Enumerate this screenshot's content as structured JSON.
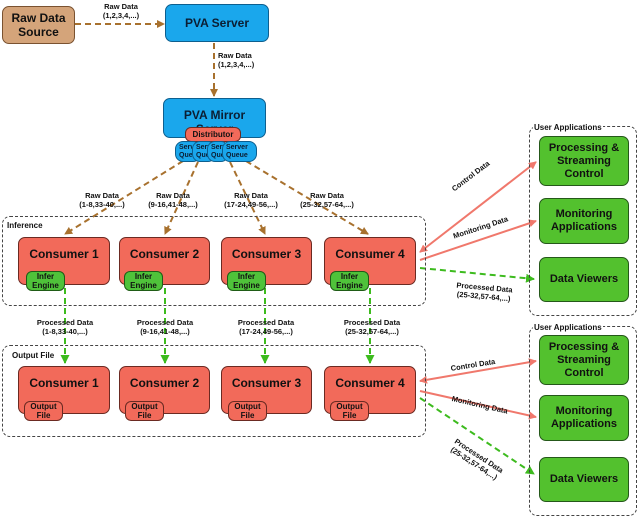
{
  "nodes": {
    "raw_data_source": "Raw Data\nSource",
    "pva_server": "PVA Server",
    "pva_mirror_server": "PVA Mirror Server",
    "distributor": "Distributor",
    "server_queue": "Server\nQueue",
    "server_queue_trunc": "Server\nQue"
  },
  "edge_labels": {
    "raw_top": "Raw Data\n(1,2,3,4,...)",
    "raw_mid": "Raw Data\n(1,2,3,4,...)",
    "raw_c1": "Raw Data\n(1-8,33-40,...)",
    "raw_c2": "Raw Data\n(9-16,41-48,...)",
    "raw_c3": "Raw Data\n(17-24,49-56,...)",
    "raw_c4": "Raw Data\n(25-32,57-64,...)",
    "proc_c1": "Processed Data\n(1-8,33-40,...)",
    "proc_c2": "Processed Data\n(9-16,41-48,...)",
    "proc_c3": "Processed Data\n(17-24,49-56,...)",
    "proc_c4": "Processed Data\n(25-32,57-64,...)",
    "control_data": "Control Data",
    "monitoring_data": "Monitoring Data",
    "processed_data_apps": "Processed Data\n(25-32,57-64,...)"
  },
  "sections": {
    "inference": "Inference",
    "output_file": "Output File",
    "user_apps_top": "User Applications",
    "user_apps_bottom": "User Applications"
  },
  "inference_consumers": [
    {
      "label": "Consumer 1",
      "sub": "Infer\nEngine"
    },
    {
      "label": "Consumer 2",
      "sub": "Infer\nEngine"
    },
    {
      "label": "Consumer 3",
      "sub": "Infer\nEngine"
    },
    {
      "label": "Consumer 4",
      "sub": "Infer\nEngine"
    }
  ],
  "output_consumers": [
    {
      "label": "Consumer 1",
      "sub": "Output\nFile"
    },
    {
      "label": "Consumer 2",
      "sub": "Output\nFile"
    },
    {
      "label": "Consumer 3",
      "sub": "Output\nFile"
    },
    {
      "label": "Consumer 4",
      "sub": "Output\nFile"
    }
  ],
  "user_apps_top": [
    "Processing &\nStreaming\nControl",
    "Monitoring\nApplications",
    "Data Viewers"
  ],
  "user_apps_bottom": [
    "Processing &\nStreaming\nControl",
    "Monitoring\nApplications",
    "Data Viewers"
  ],
  "colors": {
    "raw_arrow": "#a8712e",
    "processed_arrow": "#3dbb1e",
    "control_arrow": "#f0786c",
    "server_blue": "#1aa7ec",
    "consumer_red": "#f26a5a",
    "app_green": "#53c12e",
    "source_brown": "#d4a47a"
  }
}
